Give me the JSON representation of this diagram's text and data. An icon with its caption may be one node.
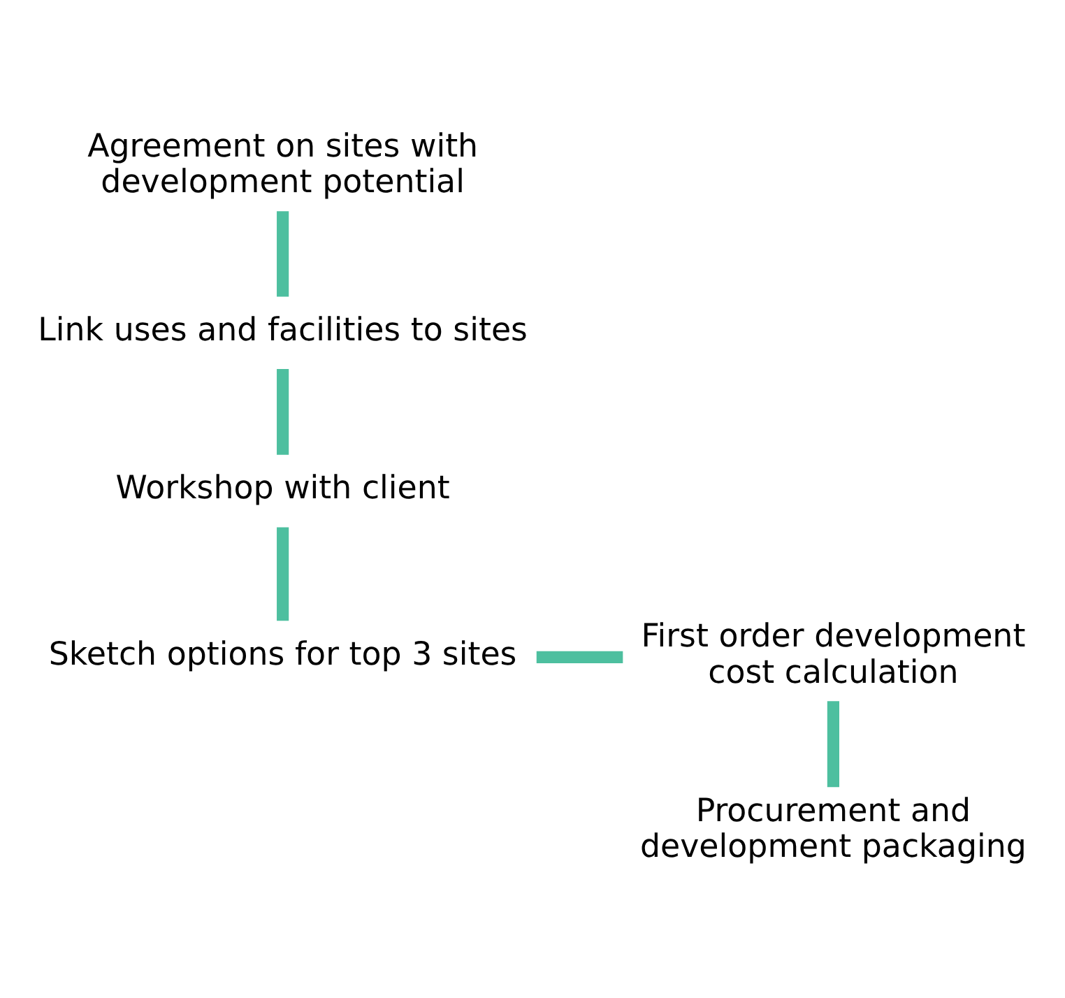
{
  "diagram": {
    "nodes": [
      {
        "text": [
          "Agreement on sites with development potential"
        ]
      },
      {
        "text": [
          "Link uses and facilities to sites"
        ]
      },
      {
        "text": [
          "Workshop with client"
        ]
      },
      {
        "text": [
          "Sketch options for top 3 sites"
        ]
      },
      {
        "text": [
          "First order development cost calculation"
        ]
      },
      {
        "text": [
          "Procurement and development packaging"
        ]
      }
    ],
    "edges": [
      {
        "from": 0,
        "to": 1,
        "arrow": "none"
      },
      {
        "from": 1,
        "to": 2,
        "arrow": "none"
      },
      {
        "from": 2,
        "to": 3,
        "arrow": "none"
      },
      {
        "from": 3,
        "to": 4,
        "arrow": "none"
      },
      {
        "from": 4,
        "to": 5,
        "arrow": "none"
      }
    ]
  }
}
